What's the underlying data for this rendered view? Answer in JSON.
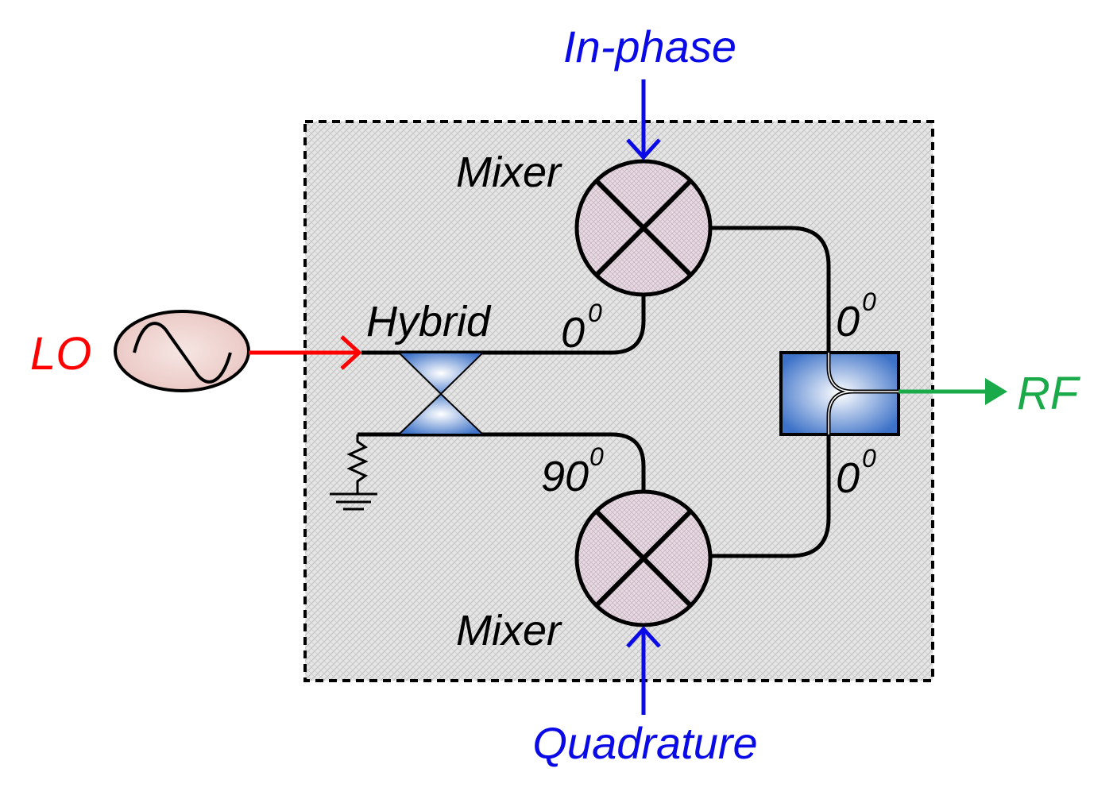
{
  "labels": {
    "in_phase": "In-phase",
    "quadrature": "Quadrature",
    "lo": "LO",
    "rf": "RF",
    "mixer_top": "Mixer",
    "mixer_bottom": "Mixer",
    "hybrid": "Hybrid",
    "phase_hybrid_top": "0",
    "phase_hybrid_bottom": "90",
    "phase_combiner_top": "0",
    "phase_combiner_bottom": "0",
    "degree_superscript": "0"
  },
  "colors": {
    "in_phase": "#0a0ae6",
    "quadrature": "#0a0ae6",
    "lo": "#ff0000",
    "rf": "#1aaa4a",
    "mixer_fill": "#e6d6df",
    "oscillator_fill": "#f0d0cc",
    "hybrid_fill": "#5b8fd6",
    "combiner_fill": "#4a7fd0",
    "box_fill": "#e4e4e4"
  },
  "icons": {
    "oscillator": "sine-wave-source-icon",
    "mixer": "multiplier-cross-circle-icon",
    "hybrid": "hybrid-coupler-icon",
    "combiner": "power-combiner-icon",
    "termination": "resistor-to-ground-icon"
  }
}
